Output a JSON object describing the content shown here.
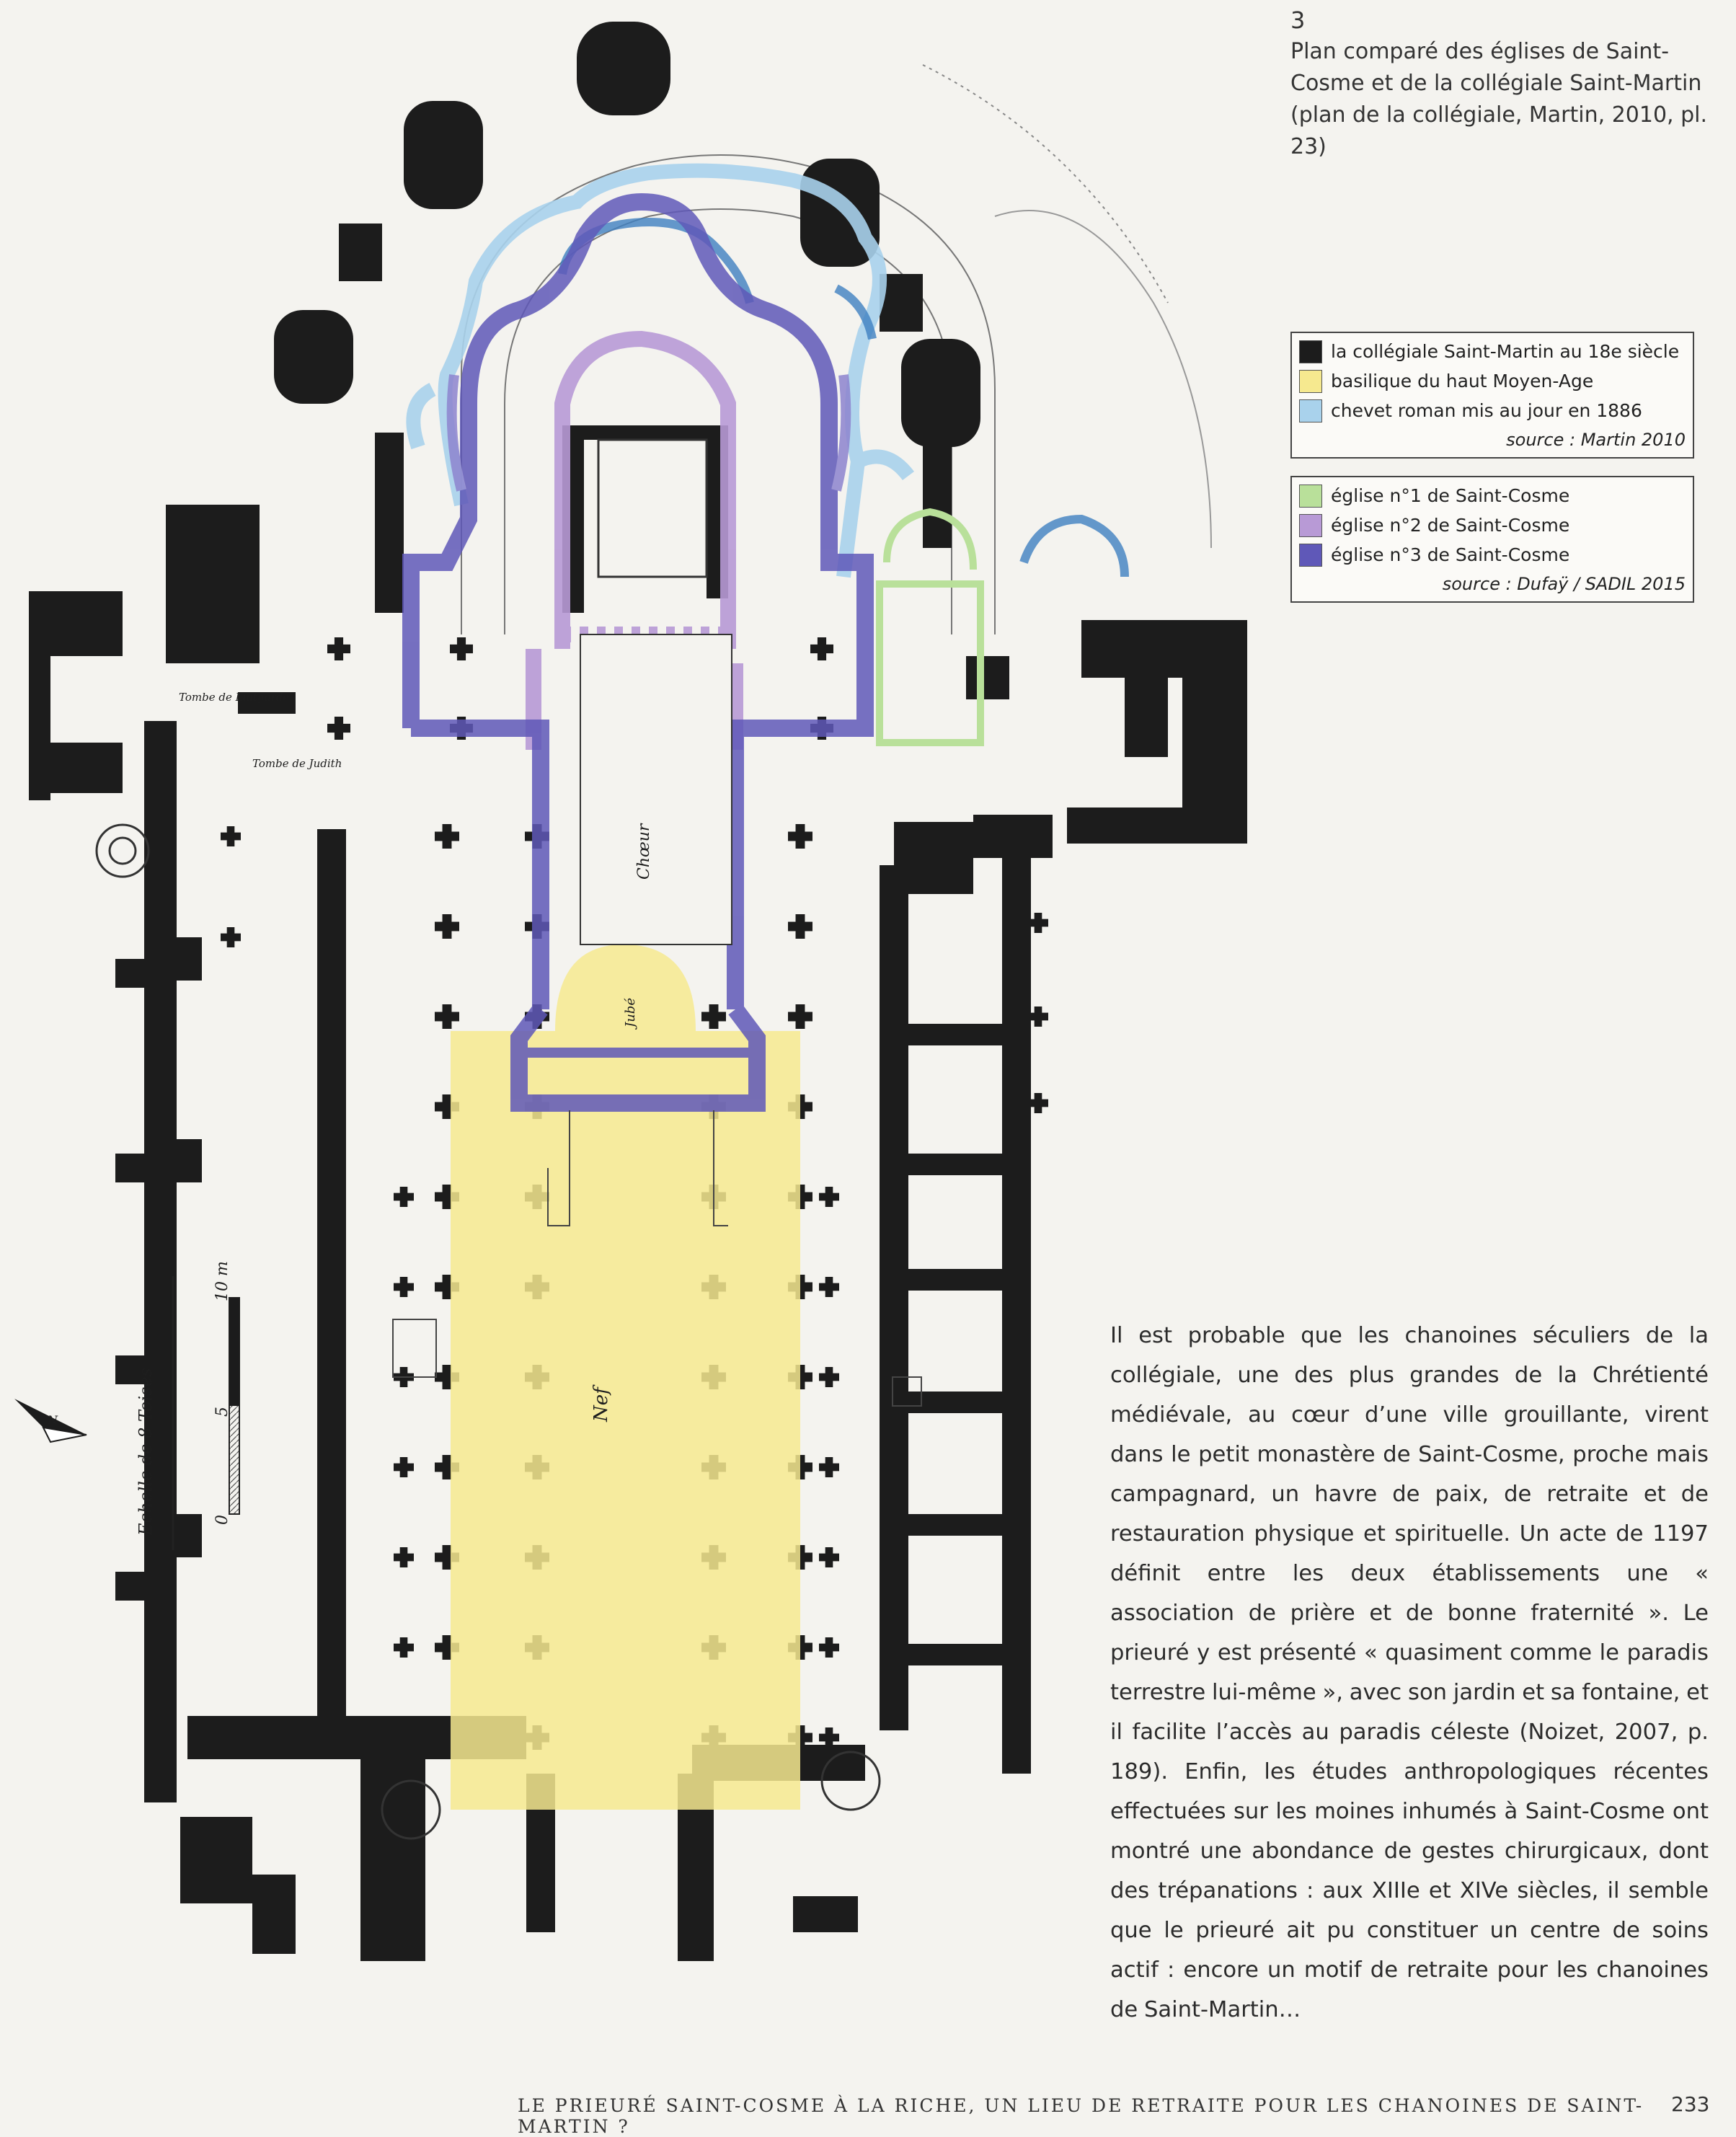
{
  "figure": {
    "number": "3",
    "caption": "Plan comparé des églises de Saint-Cosme et de la collégiale Saint-Martin (plan de la collégiale, Martin, 2010, pl. 23)"
  },
  "legend_martin": {
    "items": [
      {
        "label": "la collégiale Saint-Martin au 18e siècle",
        "color": "#1c1c1c"
      },
      {
        "label": "basilique du haut Moyen-Age",
        "color": "#f6e98f"
      },
      {
        "label": "chevet roman mis au jour en 1886",
        "color": "#a9d2ec"
      }
    ],
    "source": "source : Martin 2010"
  },
  "legend_cosme": {
    "items": [
      {
        "label": "église n°1 de Saint-Cosme",
        "color": "#b9e09a"
      },
      {
        "label": "église n°2 de Saint-Cosme",
        "color": "#b89ad6"
      },
      {
        "label": "église n°3 de Saint-Cosme",
        "color": "#5f58b8"
      }
    ],
    "source": "source : Dufaÿ / SADIL 2015"
  },
  "plan_labels": {
    "nef": "Nef",
    "choeur": "Chœur",
    "jube": "Jubé",
    "tombe_luitgarde": "Tombe de Luitgarde",
    "tombe_judith": "Tombe de Judith",
    "scale_title": "Echelle de 8 Toises",
    "scale_10": "10 m",
    "scale_5": "5",
    "scale_0": "0",
    "north": "N"
  },
  "body_text": "Il est probable que les chanoines séculiers de la collégiale, une des plus grandes de la Chrétienté médiévale, au cœur d’une ville grouillante, virent dans le petit monastère de Saint-Cosme, proche mais campagnard, un havre de paix, de retraite et de restauration physique et spirituelle. Un acte de 1197 définit entre les deux établissements une « association de prière et de bonne fraternité ». Le prieuré y est présenté « quasiment comme le paradis terrestre lui-même », avec son jardin et sa fontaine, et il facilite l’accès au paradis céleste (Noizet, 2007, p. 189). Enfin, les études anthropologiques récentes effectuées sur les moines inhumés à Saint-Cosme ont montré une abondance de gestes chirurgicaux, dont des trépanations : aux XIIIe et XIVe siècles, il semble que le prieuré ait pu constituer un centre de soins actif : encore un motif de retraite pour les chanoines de Saint-Martin…",
  "footer": {
    "running_title": "LE PRIEURÉ SAINT-COSME À LA RICHE, UN LIEU DE RETRAITE POUR LES CHANOINES DE SAINT-MARTIN ?",
    "page_number": "233"
  }
}
